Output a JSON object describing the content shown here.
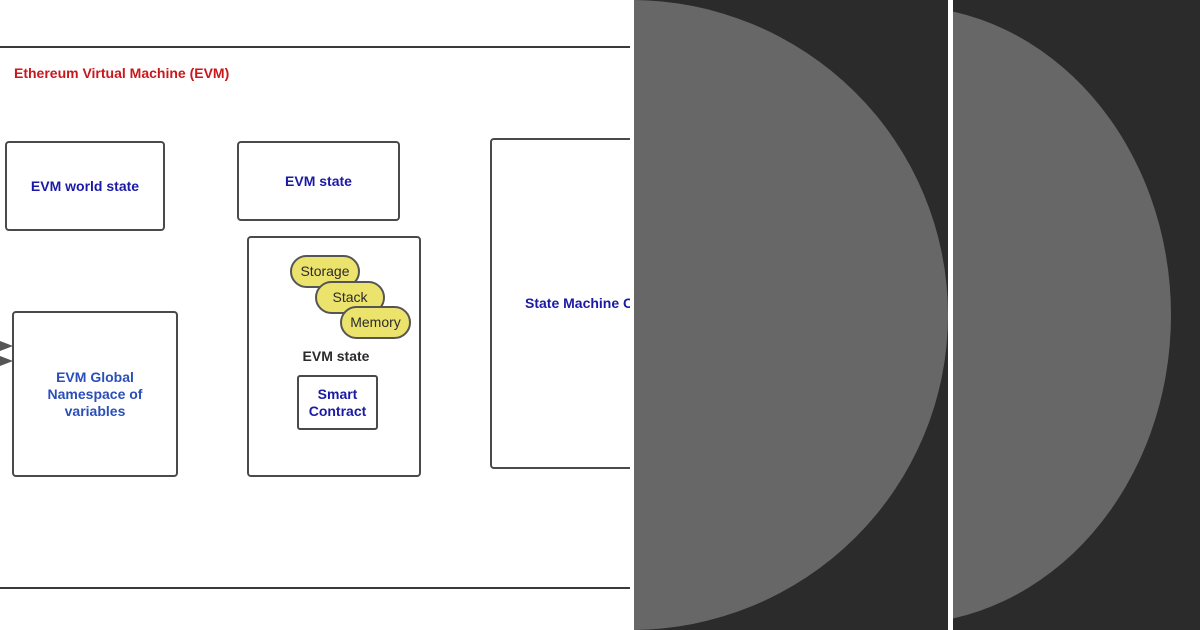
{
  "diagram": {
    "title": "Ethereum Virtual Machine (EVM)",
    "world_state_label": "EVM world state",
    "evm_state_label": "EVM  state",
    "global_namespace_label": "EVM Global Namespace of variables",
    "state_machine_label": "State Machine C",
    "execution_context": {
      "components": [
        "Storage",
        "Stack",
        "Memory"
      ],
      "state_label": "EVM  state",
      "contract_label": "Smart Contract"
    }
  },
  "colors": {
    "title": "#c8171d",
    "box_text": "#1a1aa6",
    "namespace_text": "#2a4fb8",
    "pill_fill": "#ece36c",
    "overlay_background": "#2b2b2b",
    "overlay_disc": "#676767"
  }
}
